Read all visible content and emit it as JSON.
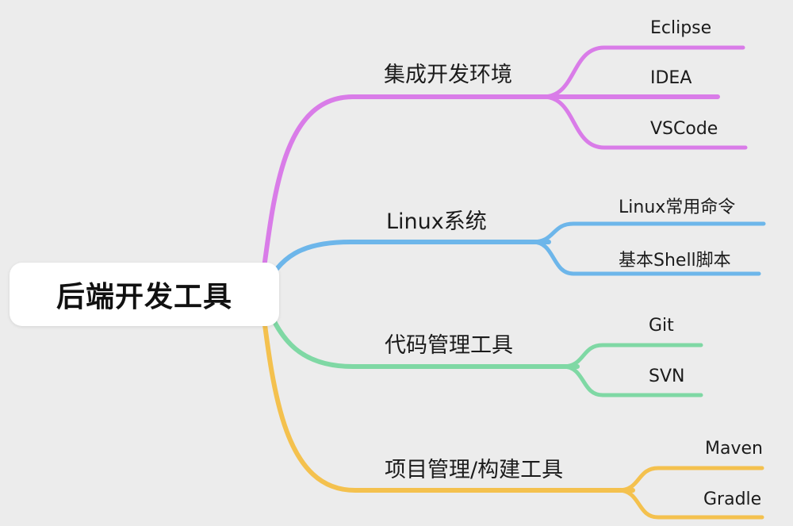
{
  "root": {
    "label": "后端开发工具"
  },
  "branches": [
    {
      "label": "集成开发环境",
      "color": "#d97ce8",
      "children": [
        {
          "label": "Eclipse"
        },
        {
          "label": "IDEA"
        },
        {
          "label": "VSCode"
        }
      ]
    },
    {
      "label": "Linux系统",
      "color": "#6db6ea",
      "children": [
        {
          "label": "Linux常用命令"
        },
        {
          "label": "基本Shell脚本"
        }
      ]
    },
    {
      "label": "代码管理工具",
      "color": "#7fd8a4",
      "children": [
        {
          "label": "Git"
        },
        {
          "label": "SVN"
        }
      ]
    },
    {
      "label": "项目管理/构建工具",
      "color": "#f4c14e",
      "children": [
        {
          "label": "Maven"
        },
        {
          "label": "Gradle"
        }
      ]
    }
  ],
  "colors": {
    "background": "#ececec",
    "text": "#1b1b1b",
    "root_background": "#ffffff"
  }
}
